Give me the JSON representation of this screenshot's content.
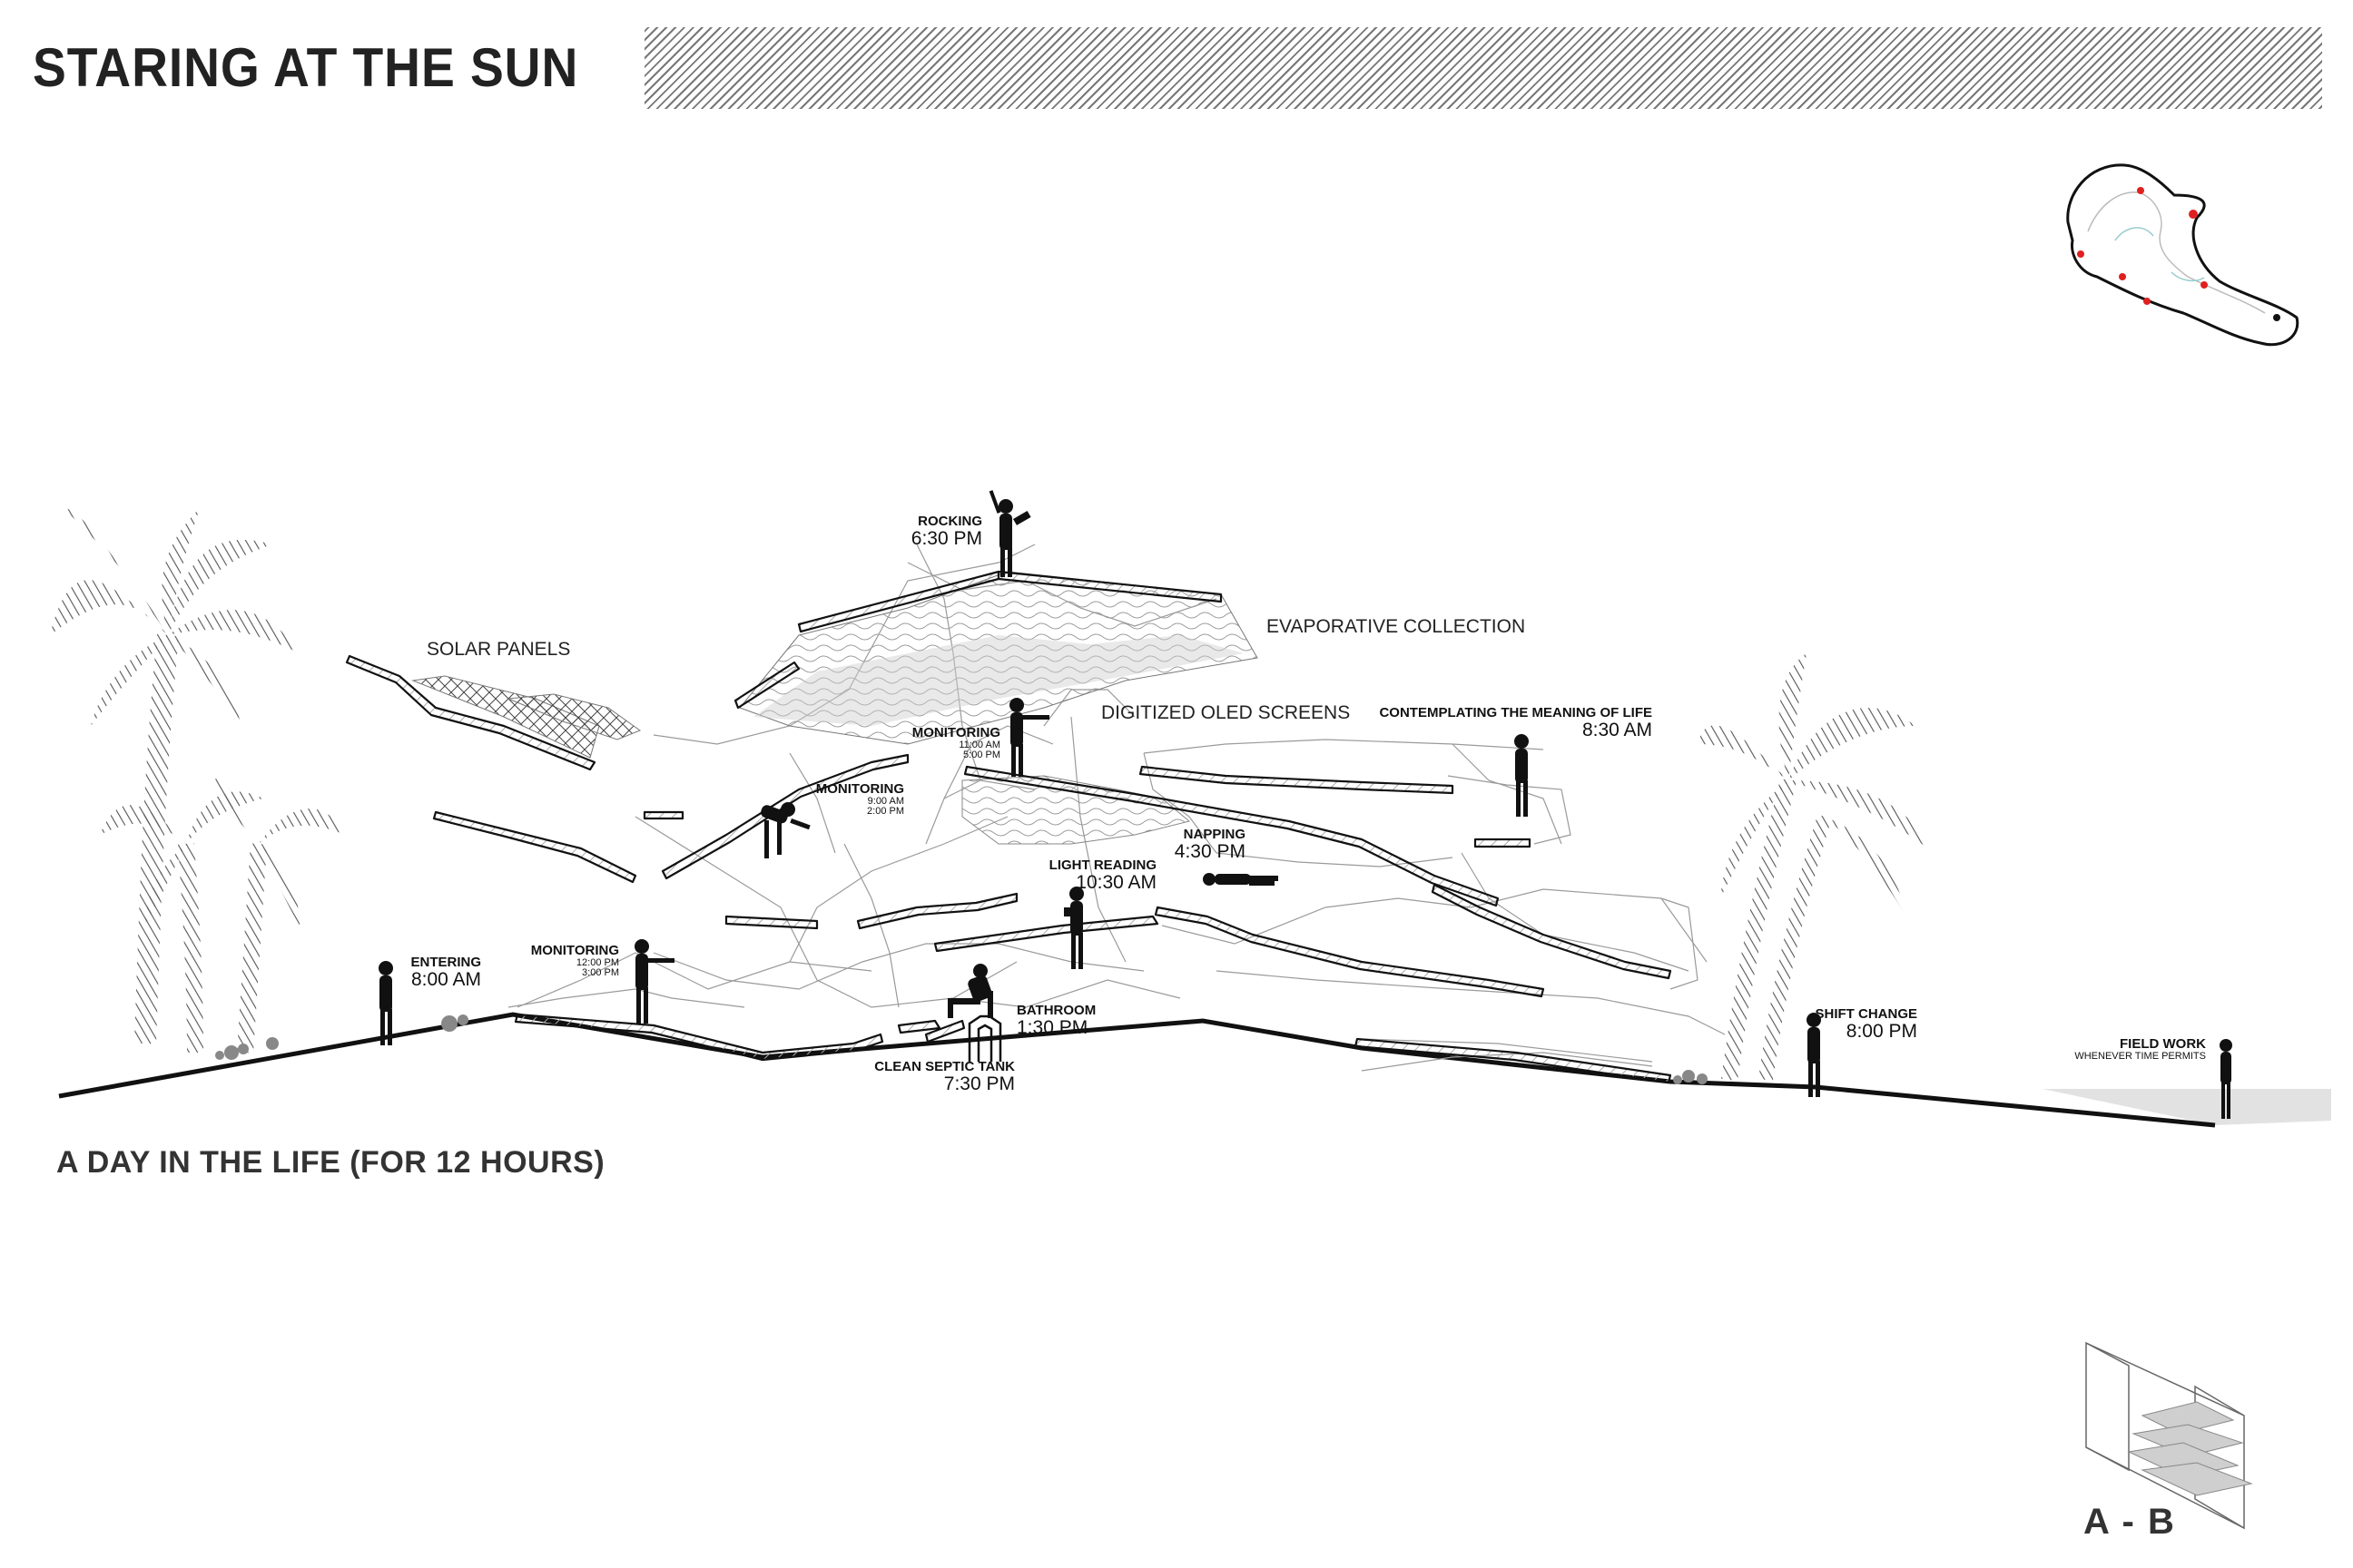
{
  "title": "STARING AT THE SUN",
  "subtitle": "A DAY IN THE LIFE (FOR 12 HOURS)",
  "section_id": "A - B",
  "components": {
    "solar_panels": "SOLAR PANELS",
    "evaporative": "EVAPORATIVE COLLECTION",
    "oled": "DIGITIZED OLED SCREENS"
  },
  "activities": [
    {
      "id": "rocking",
      "activity": "ROCKING",
      "time": "6:30 PM"
    },
    {
      "id": "monitoring-roof",
      "activity": "MONITORING",
      "extra": [
        "11:00 AM",
        "5:00 PM"
      ]
    },
    {
      "id": "monitoring-mid",
      "activity": "MONITORING",
      "extra": [
        "9:00 AM",
        "2:00 PM"
      ]
    },
    {
      "id": "contemplating",
      "activity": "CONTEMPLATING THE MEANING OF LIFE",
      "time": "8:30 AM"
    },
    {
      "id": "napping",
      "activity": "NAPPING",
      "time": "4:30 PM"
    },
    {
      "id": "light-reading",
      "activity": "LIGHT READING",
      "time": "10:30 AM"
    },
    {
      "id": "entering",
      "activity": "ENTERING",
      "time": "8:00 AM"
    },
    {
      "id": "monitoring-low",
      "activity": "MONITORING",
      "extra": [
        "12:00 PM",
        "3:00 PM"
      ]
    },
    {
      "id": "bathroom",
      "activity": "BATHROOM",
      "time": "1:30 PM"
    },
    {
      "id": "septic",
      "activity": "CLEAN SEPTIC TANK",
      "time": "7:30 PM"
    },
    {
      "id": "shift-change",
      "activity": "SHIFT CHANGE",
      "time": "8:00 PM"
    },
    {
      "id": "field-work",
      "activity": "FIELD WORK",
      "note": "WHENEVER TIME PERMITS"
    }
  ],
  "colors": {
    "ink": "#111111",
    "hatch": "#777777",
    "marker": "#e02020",
    "ground": "#dddddd"
  }
}
